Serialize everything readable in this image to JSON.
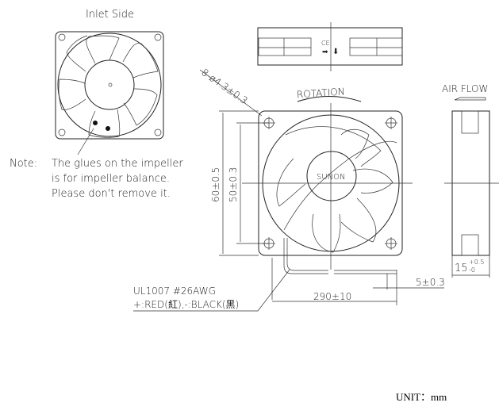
{
  "inlet_view": {
    "title": "Inlet Side"
  },
  "note": {
    "label": "Note:",
    "lines": [
      "The glues on the impeller",
      "is for impeller balance.",
      "Please don't remove it."
    ]
  },
  "front_view": {
    "hole_spec": "8-ø4.3±0.3",
    "rotation_label": "ROTATION",
    "brand": "SUNON",
    "dim_outer": "60±0.5",
    "dim_holes": "50±0.3"
  },
  "side_view": {
    "airflow_label": "AIR FLOW",
    "thickness_base": "15",
    "thickness_tol_plus": "+0.5",
    "thickness_tol_minus": "-0"
  },
  "top_view": {
    "mark": "CE"
  },
  "wires": {
    "spec": "UL1007  #26AWG",
    "colors": "+:RED(紅),-:BLACK(黑)",
    "length": "290±10",
    "strip_length": "5±0.3"
  },
  "unit": "UNIT：mm"
}
